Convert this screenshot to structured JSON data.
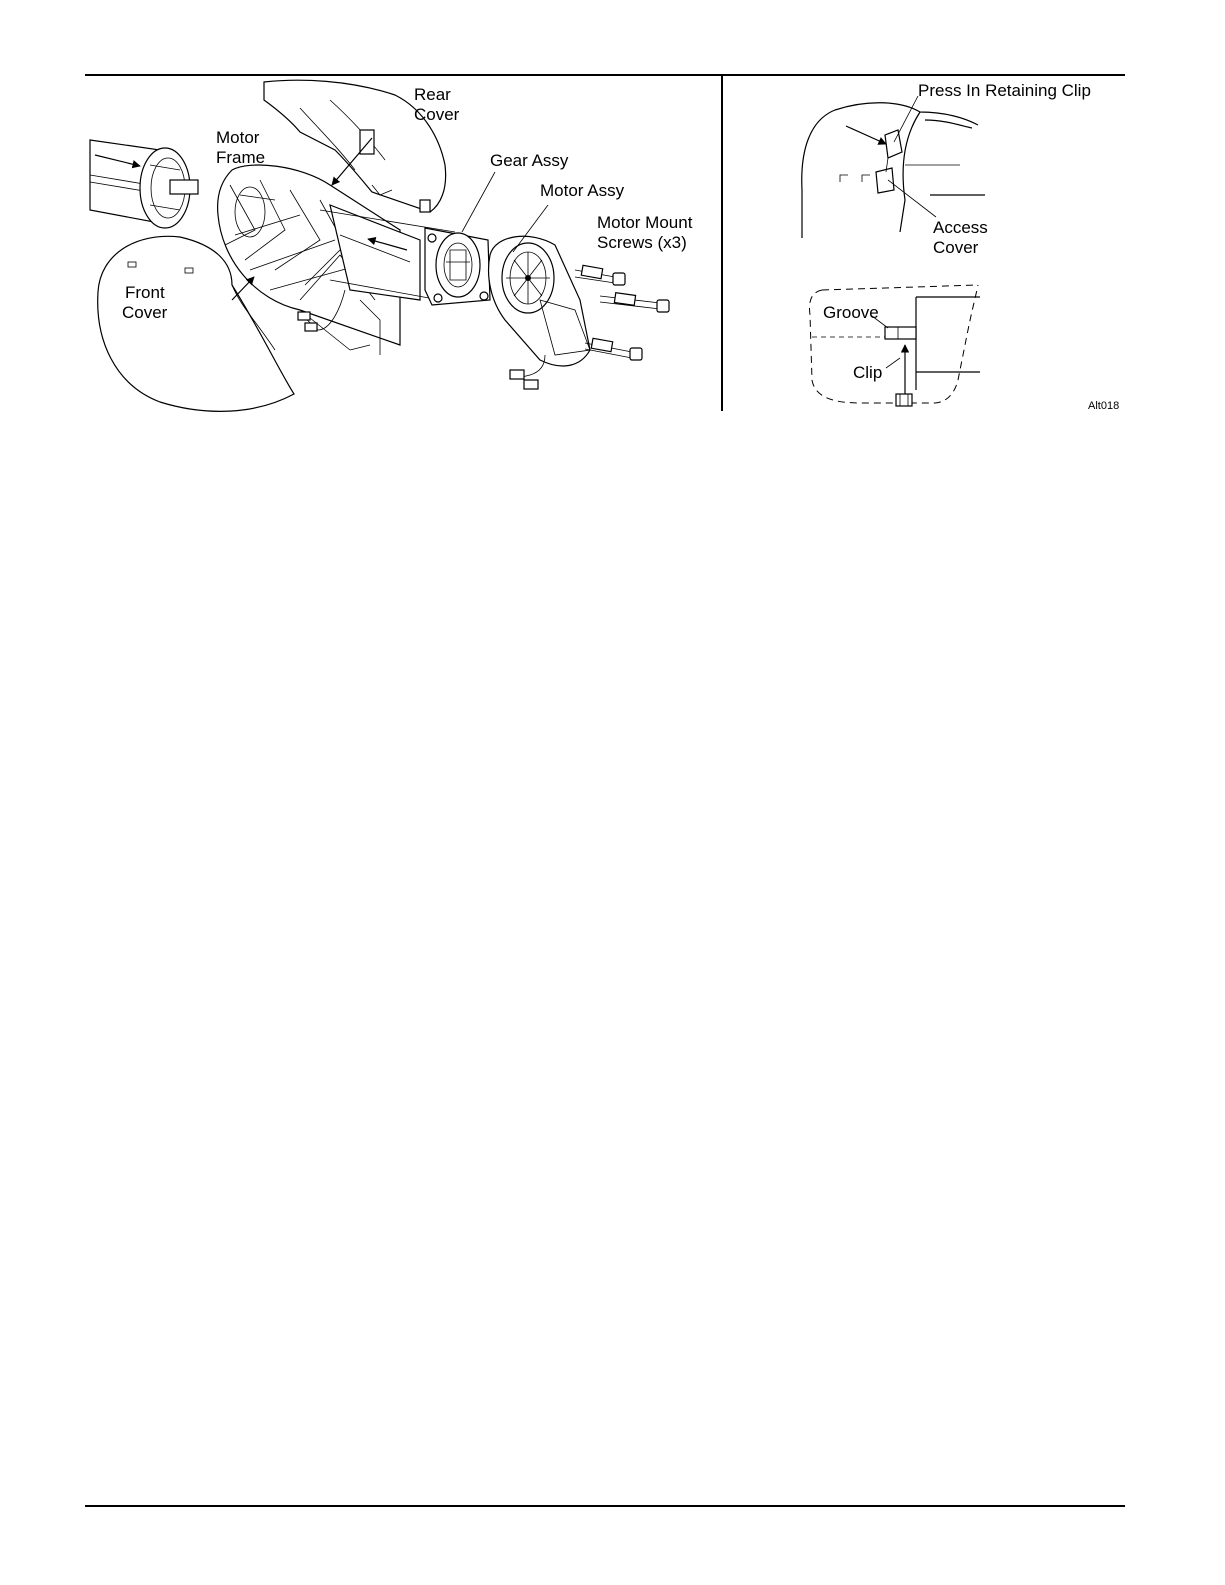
{
  "labels": {
    "rear_cover": [
      "Rear",
      "Cover"
    ],
    "motor_frame": [
      "Motor",
      "Frame"
    ],
    "gear_assy": "Gear Assy",
    "motor_assy": "Motor Assy",
    "motor_mount_screws": [
      "Motor Mount",
      "Screws (x3)"
    ],
    "front_cover": [
      "Front",
      "Cover"
    ],
    "press_in_retaining_clip": "Press In Retaining Clip",
    "access_cover": [
      "Access",
      "Cover"
    ],
    "groove": "Groove",
    "clip": "Clip",
    "figure_code": "Alt018"
  }
}
